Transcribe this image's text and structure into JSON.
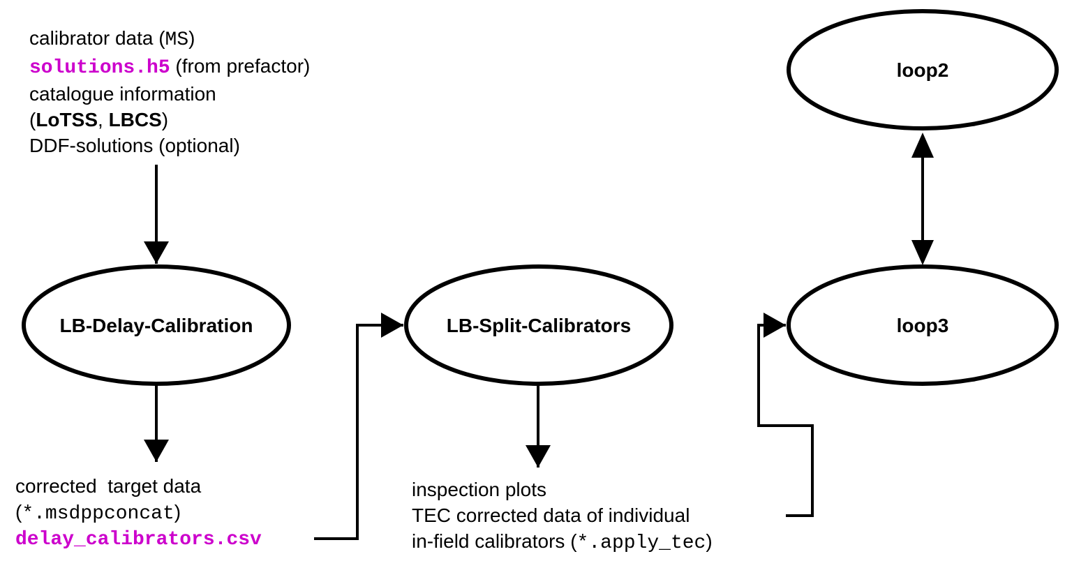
{
  "colors": {
    "highlight": "#cc00cc",
    "stroke": "#000000",
    "background": "#ffffff"
  },
  "nodes": {
    "delay_calibration": "LB-Delay-Calibration",
    "split_calibrators": "LB-Split-Calibrators",
    "loop2": "loop2",
    "loop3": "loop3"
  },
  "inputs": {
    "line1_text": "calibrator data (",
    "line1_code": "MS",
    "line1_end": ")",
    "line2_file": "solutions.h5",
    "line2_text": " (from prefactor)",
    "line3": "catalogue information",
    "line4_open": "(",
    "line4_lotss": "LoTSS",
    "line4_sep": ", ",
    "line4_lbcs": "LBCS",
    "line4_close": ")",
    "line5": "DDF-solutions (optional)"
  },
  "delay_outputs": {
    "line1": "corrected  target data",
    "line2_open": "(",
    "line2_code": "*.msdppconcat",
    "line2_close": ")",
    "line3_file": "delay_calibrators.csv"
  },
  "split_outputs": {
    "line1": "inspection plots",
    "line2": "TEC corrected data of individual",
    "line3_text": "in-field calibrators (",
    "line3_code": "*.apply_tec",
    "line3_close": ")"
  }
}
